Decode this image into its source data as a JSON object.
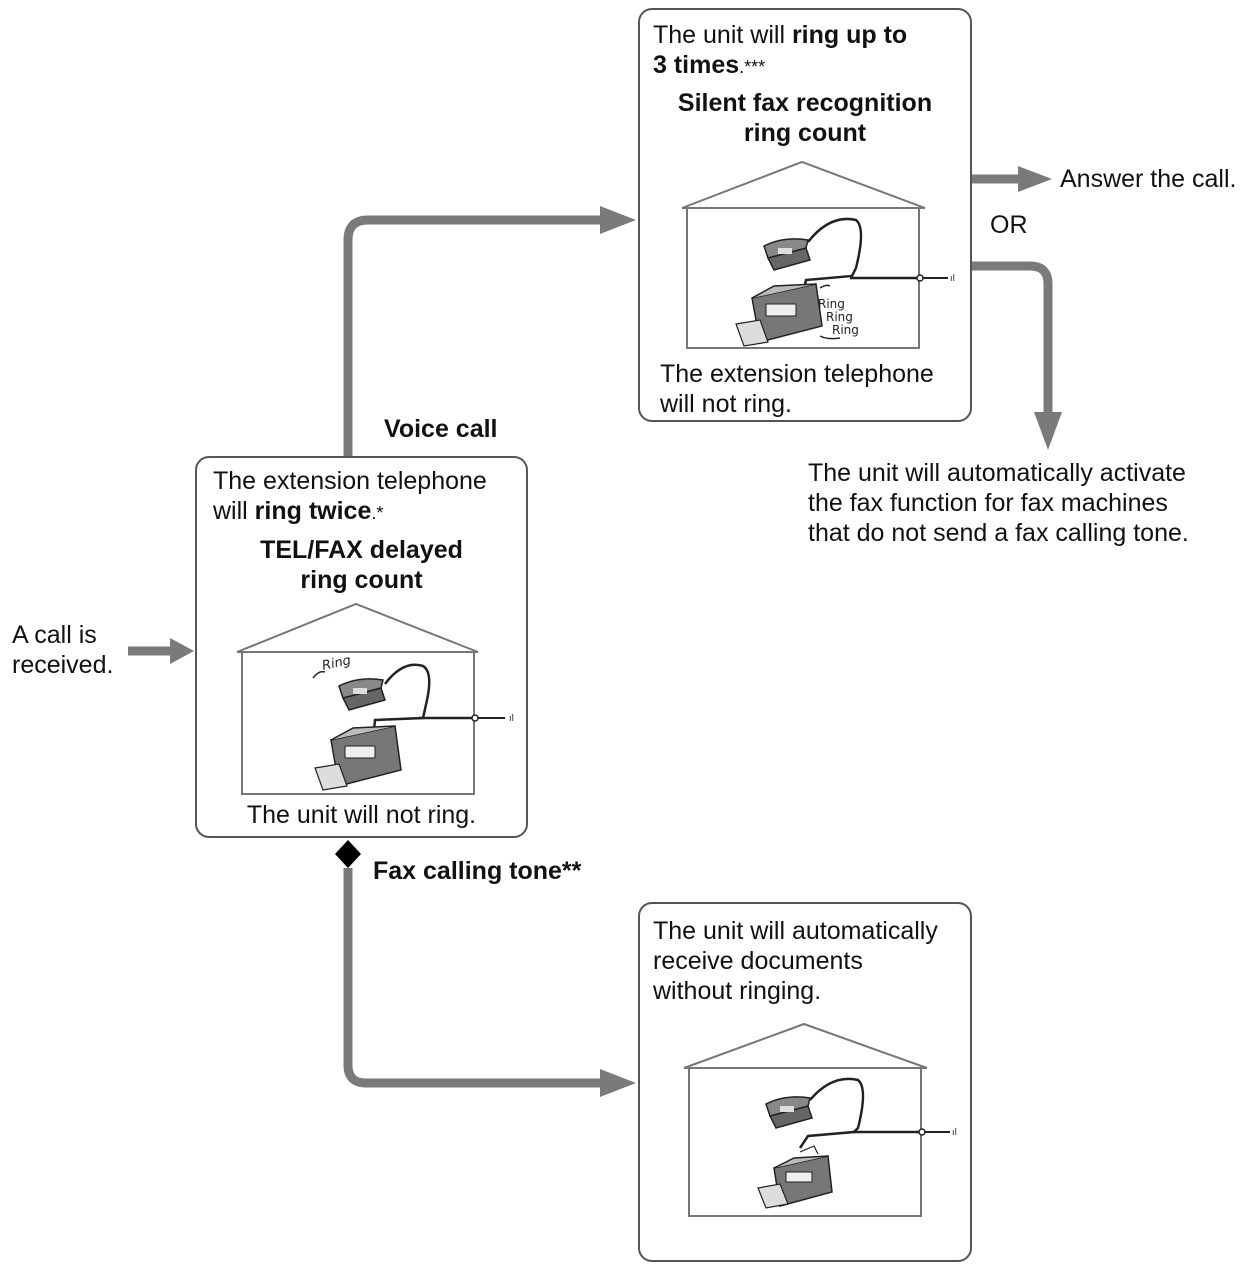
{
  "start": {
    "line1": "A call is",
    "line2": "received."
  },
  "box_delayed": {
    "intro": "The extension telephone",
    "will": "will ",
    "ring_twice": "ring twice",
    "footnote": ".*",
    "title_line1": "TEL/FAX delayed",
    "title_line2": "ring count",
    "ring_label": "Ring",
    "bottom": "The unit will not ring."
  },
  "branch_voice": "Voice call",
  "branch_fax": "Fax calling tone**",
  "box_silent": {
    "intro": "The unit will ",
    "ring_up_to": "ring up to",
    "three_times": "3 times",
    "footnote": ".***",
    "title_line1": "Silent fax recognition",
    "title_line2": "ring count",
    "ring_labels": [
      "Ring",
      "Ring",
      "Ring"
    ],
    "bottom_line1": "The extension telephone",
    "bottom_line2": "will not ring."
  },
  "answer_call": "Answer the call.",
  "or_label": "OR",
  "auto_activate": {
    "line1": "The unit will automatically activate",
    "line2": "the fax function for fax machines",
    "line3": "that do not send a fax calling tone."
  },
  "box_receive": {
    "line1": "The unit will automatically",
    "line2": "receive documents",
    "line3": "without ringing."
  },
  "colors": {
    "arrow": "#7a7a7a",
    "border": "#555555",
    "house": "#777777"
  }
}
